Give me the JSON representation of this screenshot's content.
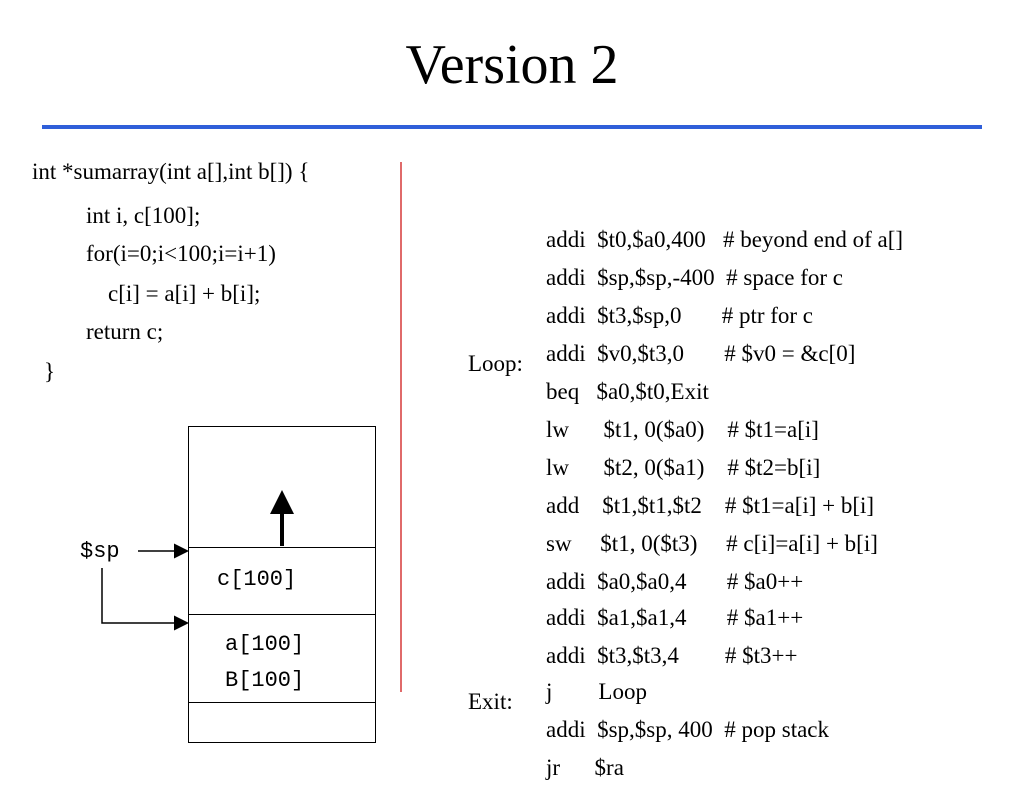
{
  "slide": {
    "title": "Version 2",
    "accent_color": "#2f5fd9",
    "divider_color": "#e06a6a"
  },
  "c_code": {
    "lines": [
      "int *sumarray(int a[],int b[]) {",
      "int i, c[100];",
      "for(i=0;i<100;i=i+1)",
      "c[i] = a[i] + b[i];",
      "return c;",
      "}"
    ]
  },
  "asm": {
    "lines": [
      {
        "label": "",
        "code": "addi  $t0,$a0,400   # beyond end of a[]"
      },
      {
        "label": "",
        "code": "addi  $sp,$sp,-400  # space for c"
      },
      {
        "label": "",
        "code": "addi  $t3,$sp,0       # ptr for c"
      },
      {
        "label": "",
        "code": "addi  $v0,$t3,0       # $v0 = &c[0]"
      },
      {
        "label": "Loop:",
        "code": "beq   $a0,$t0,Exit"
      },
      {
        "label": "",
        "code": "lw      $t1, 0($a0)    # $t1=a[i]"
      },
      {
        "label": "",
        "code": "lw      $t2, 0($a1)    # $t2=b[i]"
      },
      {
        "label": "",
        "code": "add    $t1,$t1,$t2    # $t1=a[i] + b[i]"
      },
      {
        "label": "",
        "code": "sw     $t1, 0($t3)     # c[i]=a[i] + b[i]"
      },
      {
        "label": "",
        "code": "addi  $a0,$a0,4       # $a0++"
      },
      {
        "label": "",
        "code": "addi  $a1,$a1,4       # $a1++"
      },
      {
        "label": "",
        "code": "addi  $t3,$t3,4        # $t3++"
      },
      {
        "label": "",
        "code": "j        Loop"
      },
      {
        "label": "Exit:",
        "code": "addi  $sp,$sp, 400  # pop stack"
      },
      {
        "label": "",
        "code": "jr      $ra"
      }
    ]
  },
  "stack_diagram": {
    "sp_label": "$sp",
    "c_label": "c[100]",
    "a_label": "a[100]",
    "b_label": "B[100]"
  }
}
